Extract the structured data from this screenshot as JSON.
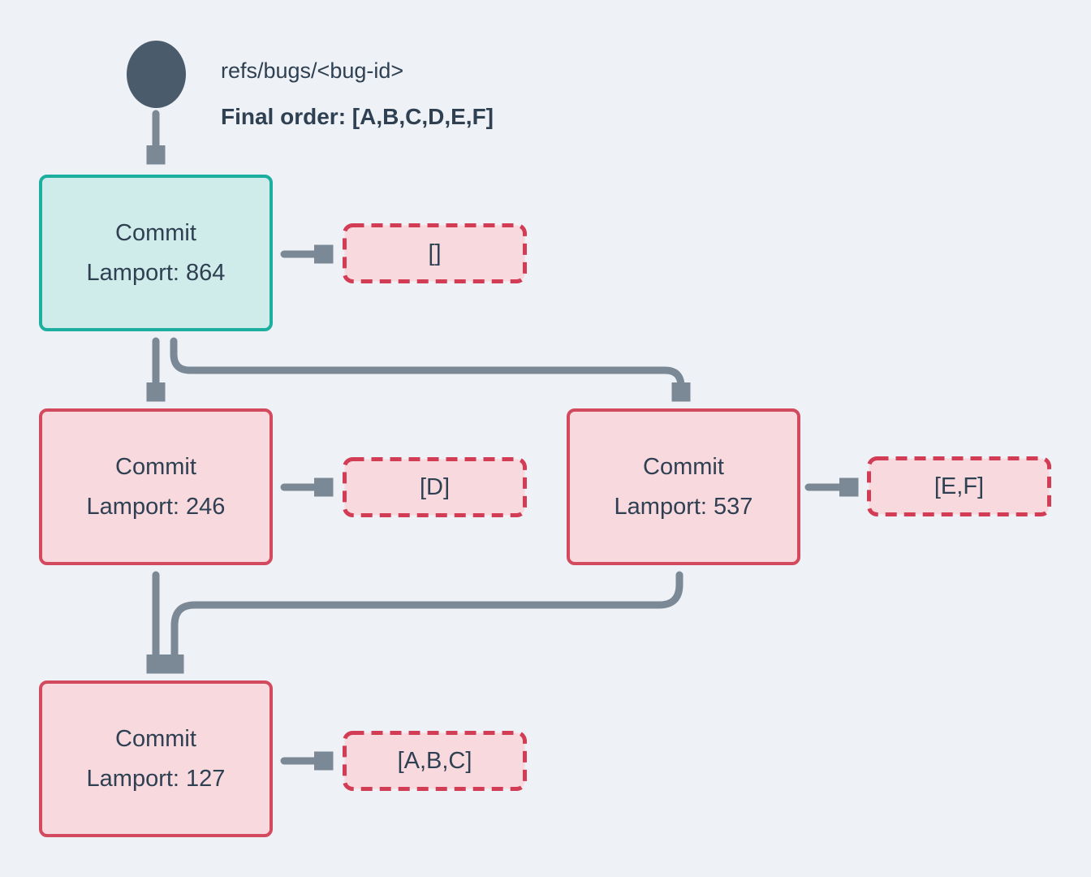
{
  "colors": {
    "background": "#eef1f5",
    "nodeDark": "#4a5b6c",
    "textDark": "#2e4052",
    "arrow": "#7b8997",
    "tealBorder": "#1cae9f",
    "tealFill": "#d0ecea",
    "redBorder": "#d34a5e",
    "redFill": "#f8d9de",
    "dashBorder": "#d23c55",
    "dashFill": "#f8dade"
  },
  "header": {
    "ref_label": "refs/bugs/<bug-id>",
    "final_order_label": "Final order: [A,B,C,D,E,F]"
  },
  "commits": [
    {
      "title": "Commit",
      "lamport": "Lamport: 864",
      "operations": "[]"
    },
    {
      "title": "Commit",
      "lamport": "Lamport: 246",
      "operations": "[D]"
    },
    {
      "title": "Commit",
      "lamport": "Lamport: 537",
      "operations": "[E,F]"
    },
    {
      "title": "Commit",
      "lamport": "Lamport: 127",
      "operations": "[A,B,C]"
    }
  ]
}
